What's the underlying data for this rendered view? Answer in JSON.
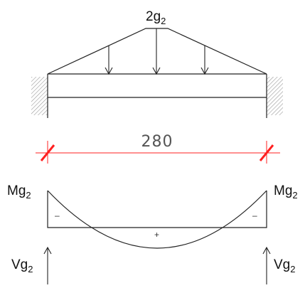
{
  "load": {
    "label": "2g",
    "subscript": "2"
  },
  "dimension": {
    "value": "280",
    "color": "#ff2020"
  },
  "moment_diagram": {
    "left_label": "Mg",
    "left_subscript": "2",
    "right_label": "Mg",
    "right_subscript": "2",
    "left_sign": "–",
    "right_sign": "–",
    "center_sign": "+"
  },
  "reactions": {
    "left_label": "Vg",
    "left_subscript": "2",
    "right_label": "Vg",
    "right_subscript": "2"
  },
  "colors": {
    "line": "#222222",
    "dimension": "#ff2020",
    "hatch": "#999999"
  }
}
